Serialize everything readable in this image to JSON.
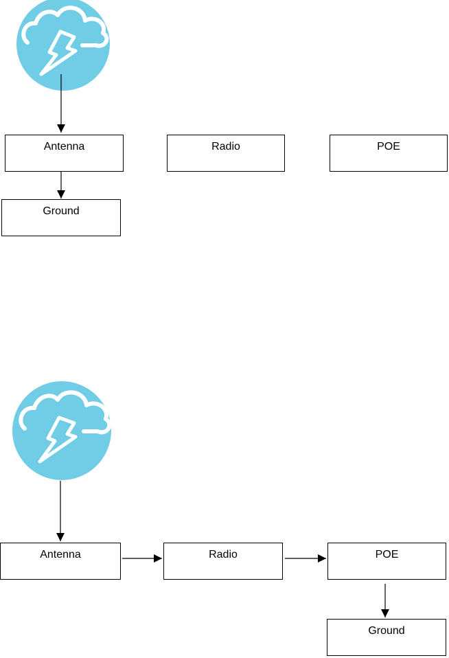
{
  "colors": {
    "storm_icon_fill": "#71cde6",
    "line": "#000000"
  },
  "icons": {
    "storm": "lightning-storm-icon"
  },
  "diagrams": [
    {
      "boxes": {
        "antenna": "Antenna",
        "radio": "Radio",
        "poe": "POE",
        "ground": "Ground"
      }
    },
    {
      "boxes": {
        "antenna": "Antenna",
        "radio": "Radio",
        "poe": "POE",
        "ground": "Ground"
      }
    }
  ]
}
